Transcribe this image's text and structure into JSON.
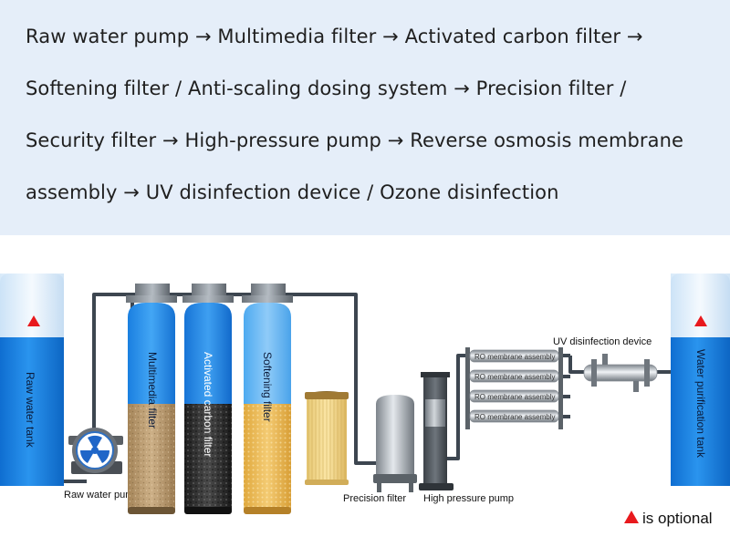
{
  "flow_text": {
    "line1": "Raw water pump → Multimedia filter → Activated carbon filter →",
    "line2": "Softening filter / Anti-scaling dosing system → Precision filter /",
    "line3": "Security filter → High-pressure pump → Reverse osmosis membrane",
    "line4": "assembly → UV disinfection device / Ozone disinfection"
  },
  "diagram": {
    "raw_tank_label": "Raw water tank",
    "raw_pump_label": "Raw water pump",
    "multimedia_label": "Multimedia filter",
    "carbon_label": "Activated carbon filter",
    "softening_label": "Softening filter",
    "precision_label": "Precision filter",
    "hp_pump_label": "High pressure pump",
    "ro_labels": [
      "RO membrane assembly",
      "RO membrane assembly",
      "RO membrane assembly",
      "RO membrane assembly"
    ],
    "uv_label": "UV disinfection device",
    "pure_tank_label": "Water purification tank",
    "legend_label": "is optional"
  },
  "colors": {
    "banner": "#e5eef9",
    "tank_blue": "#1e86e6",
    "pipe": "#3d4650",
    "optional_marker": "#e8191d"
  },
  "icons": {
    "optional_marker": "triangle-icon",
    "pump_symbol": "radiation-icon"
  }
}
